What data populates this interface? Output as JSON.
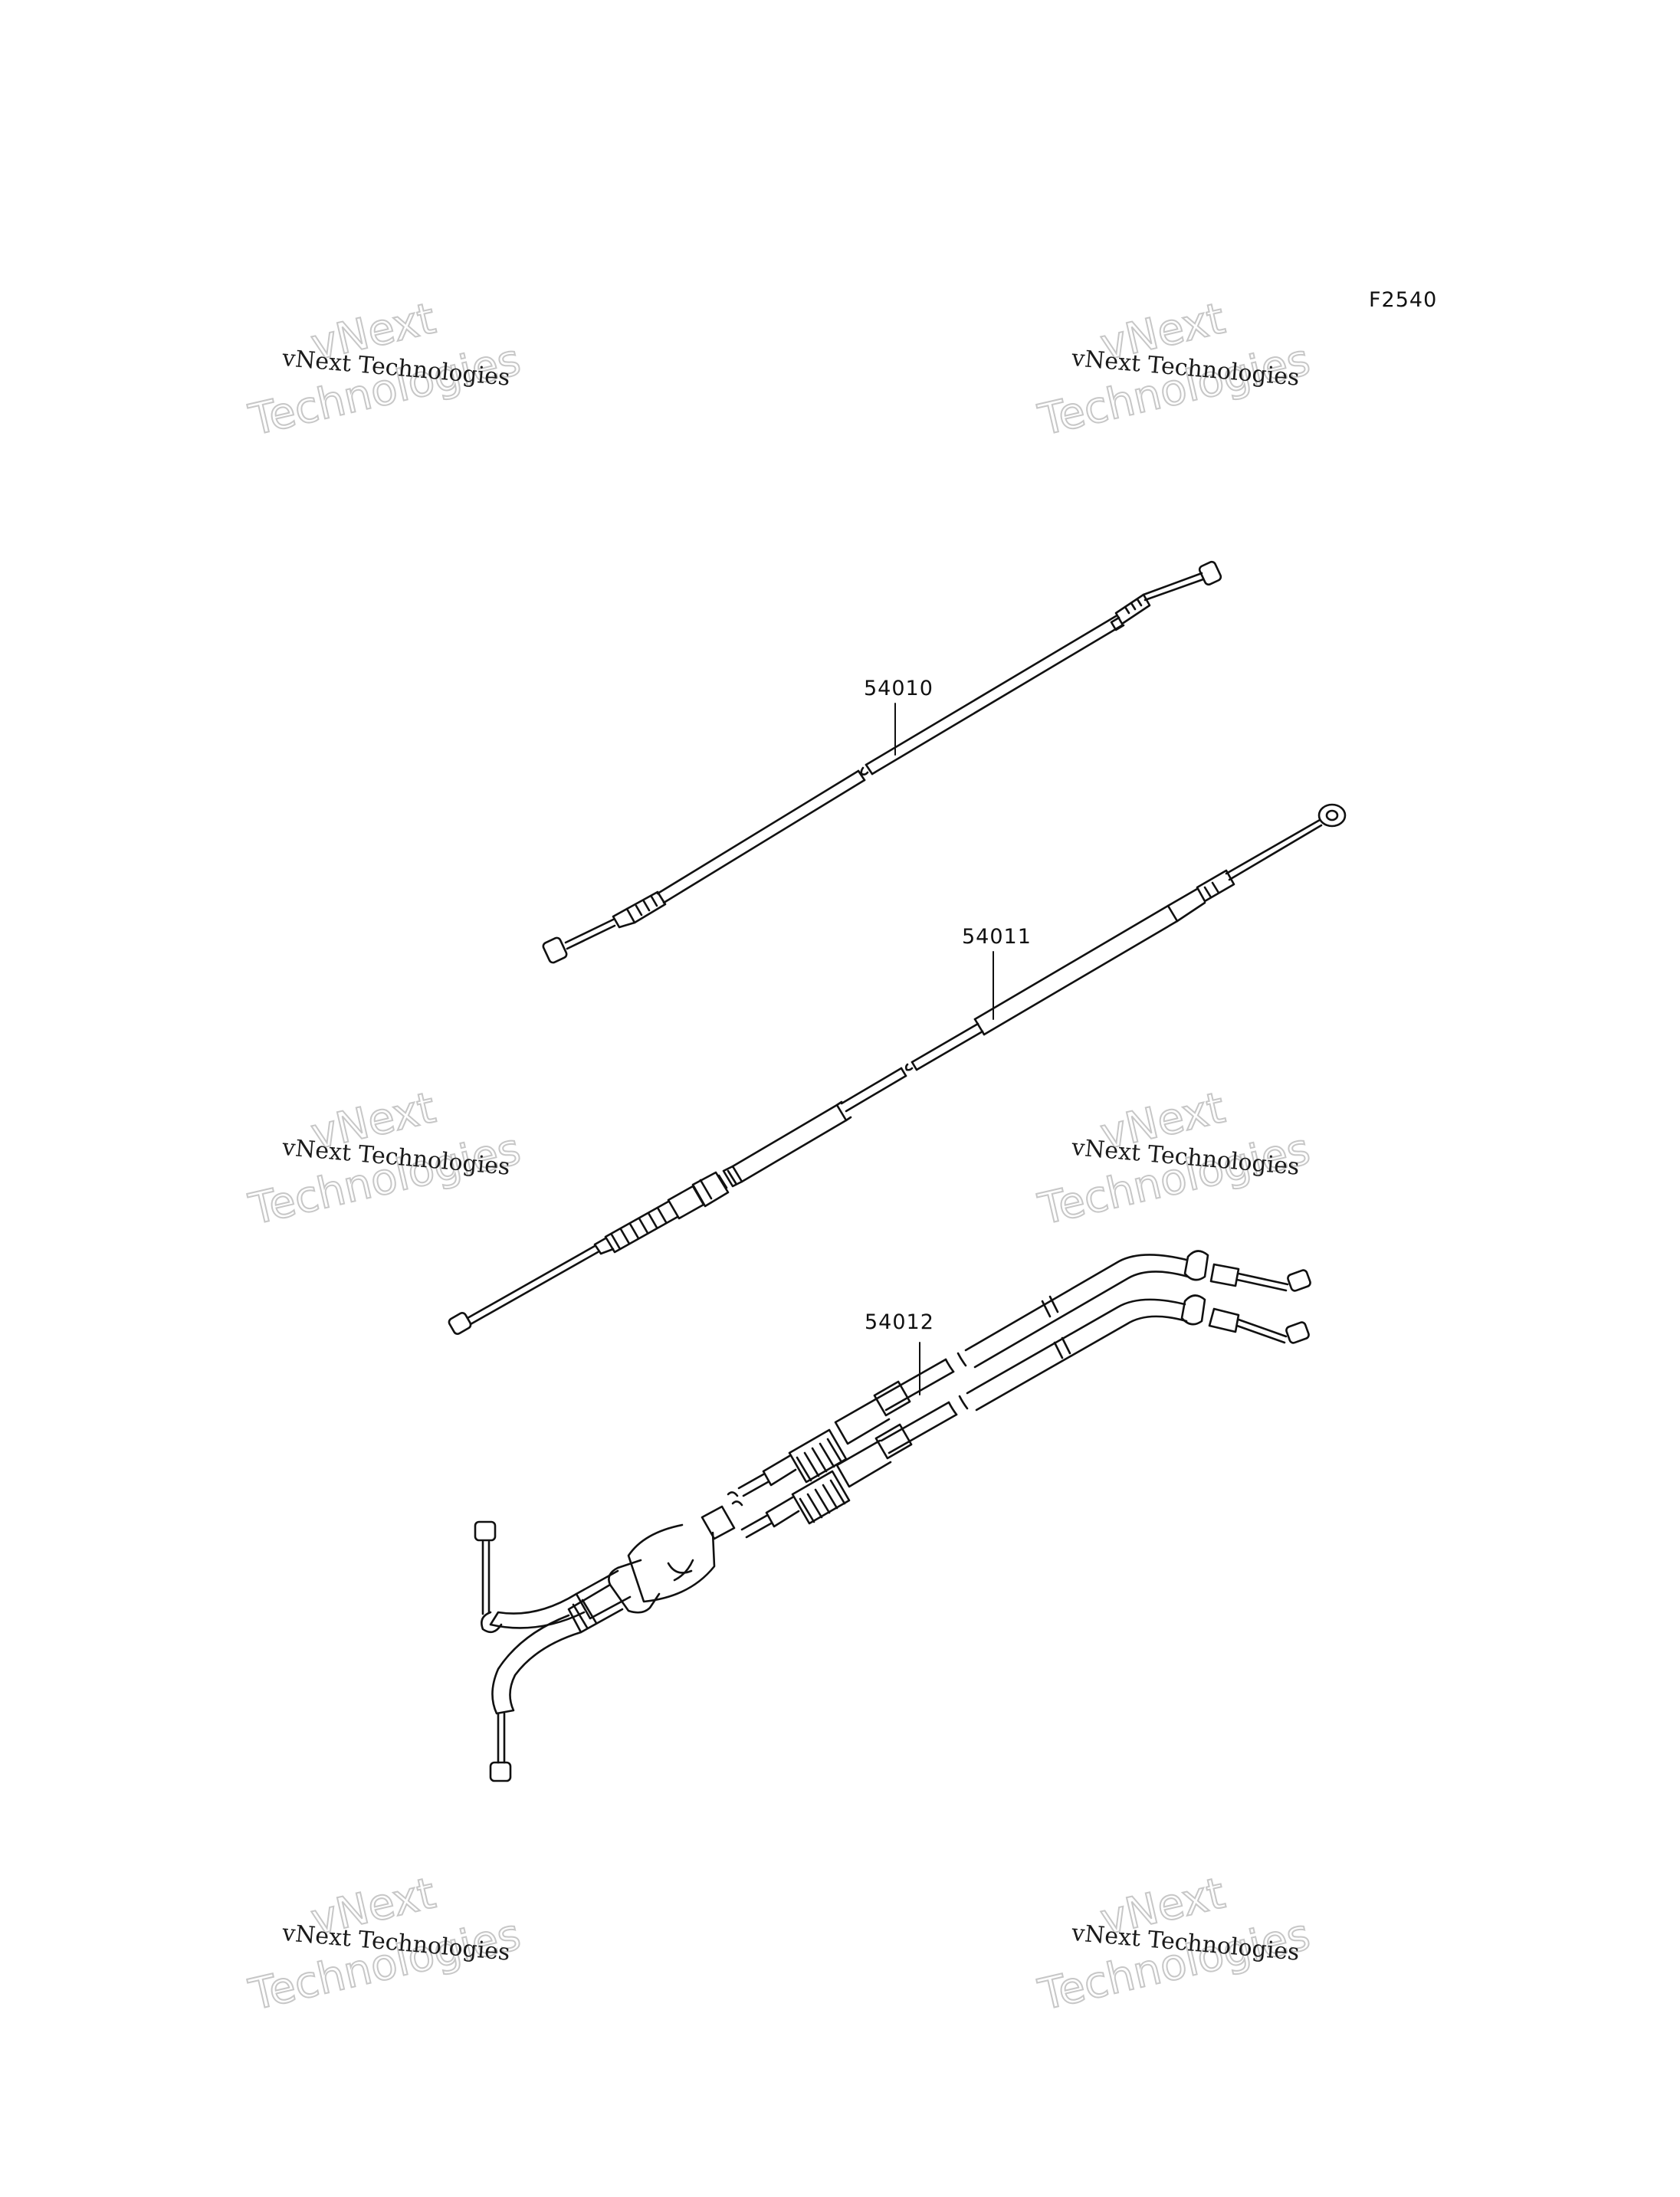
{
  "figure_code": "F2540",
  "part_labels": [
    "54010",
    "54011",
    "54012"
  ],
  "watermark": {
    "line1": "vNext",
    "line2": "vNext Technologies",
    "line3": "Technologies"
  }
}
